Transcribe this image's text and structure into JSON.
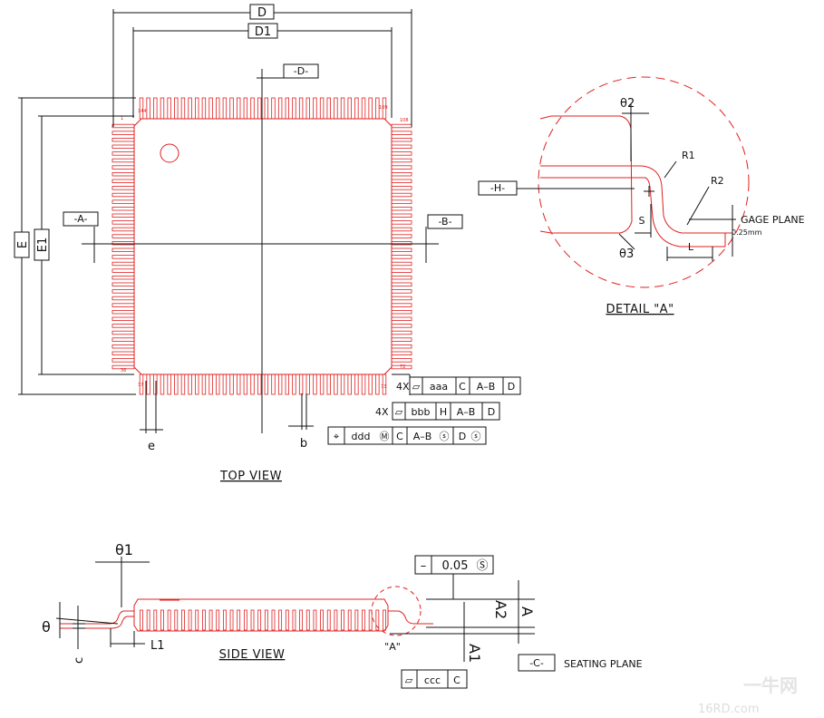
{
  "views": {
    "top_view_title": "TOP VIEW",
    "side_view_title": "SIDE VIEW",
    "detail_title": "DETAIL \"A\""
  },
  "top_view": {
    "dim_D": "D",
    "dim_D1": "D1",
    "datum_D": "-D-",
    "datum_A": "-A-",
    "datum_B": "-B-",
    "dim_E": "E",
    "dim_E1": "E1",
    "dim_e": "e",
    "dim_b": "b",
    "pin_1": "1",
    "pin_144": "144",
    "pin_108": "108",
    "pin_109": "109",
    "pin_72": "72",
    "pin_73": "73",
    "pin_36": "36",
    "pin_37": "37"
  },
  "tolerances": {
    "row1": [
      "4X",
      "⏥",
      "aaa",
      "C",
      "A–B",
      "D"
    ],
    "row2": [
      "4X",
      "⏥",
      "bbb",
      "H",
      "A–B",
      "D"
    ],
    "row3": [
      "⌖",
      "ddd",
      "Ⓜ",
      "C",
      "A–B",
      "ⓢ",
      "D",
      "ⓢ"
    ],
    "row4": [
      "⏥",
      "ccc",
      "C"
    ],
    "flat": [
      "–",
      "0.05",
      "Ⓢ"
    ]
  },
  "side_view": {
    "theta": "θ",
    "theta1": "θ1",
    "dim_c": "c",
    "dim_L1": "L1",
    "detail_ref": "\"A\"",
    "dim_A": "A",
    "dim_A1": "A1",
    "dim_A2": "A2",
    "datum_C": "-C-",
    "seating_plane": "SEATING PLANE"
  },
  "detail": {
    "theta2": "θ2",
    "theta3": "θ3",
    "R1": "R1",
    "R2": "R2",
    "datum_H": "-H-",
    "dim_S": "S",
    "dim_L": "L",
    "gage_plane": "GAGE PLANE",
    "gage_value": "0.25mm"
  },
  "watermark": {
    "logo": "一牛网",
    "site": "16RD.com"
  }
}
